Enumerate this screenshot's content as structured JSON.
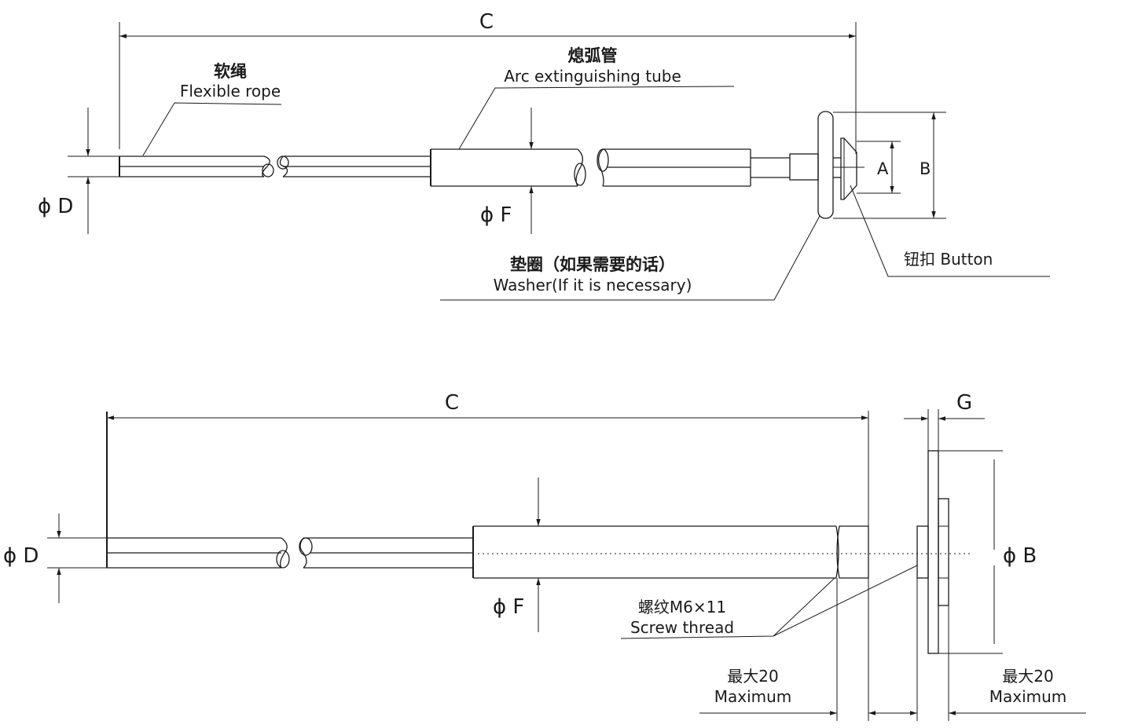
{
  "colors": {
    "ink": "#1a1a1a",
    "background": "#ffffff"
  },
  "top_view": {
    "dim_c": "C",
    "dim_phi_d": "ϕ D",
    "dim_phi_f": "ϕ F",
    "dim_a": "A",
    "dim_b": "B",
    "flexible_rope_cn": "软绳",
    "flexible_rope_en": "Flexible rope",
    "arc_tube_cn": "熄弧管",
    "arc_tube_en": "Arc extinguishing tube",
    "washer_cn": "垫圈（如果需要的话）",
    "washer_en": "Washer(If it is necessary)",
    "button": "钮扣 Button"
  },
  "bottom_view": {
    "dim_c": "C",
    "dim_g": "G",
    "dim_phi_d": "ϕ D",
    "dim_phi_f": "ϕ F",
    "dim_phi_b": "ϕ B",
    "screw_cn": "螺纹M6×11",
    "screw_en": "Screw thread",
    "max_left_cn": "最大20",
    "max_left_en": "Maximum",
    "max_right_cn": "最大20",
    "max_right_en": "Maximum"
  }
}
